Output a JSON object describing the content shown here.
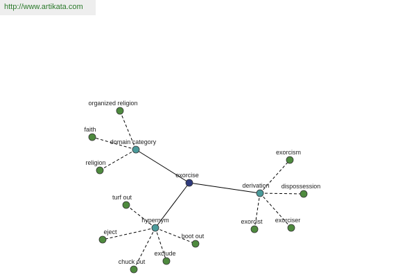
{
  "banner": {
    "url": "http://www.artikata.com"
  },
  "colors": {
    "center": "#2e3a7c",
    "hub": "#4a9a9a",
    "leaf": "#4e8a3e",
    "edge": "#000000",
    "banner_text": "#2b7a2b"
  },
  "graph": {
    "center": {
      "label": "exorcise"
    },
    "hubs": [
      {
        "id": "domain_category",
        "label": "domain category",
        "leaves": [
          "organized religion",
          "faith",
          "religion"
        ]
      },
      {
        "id": "derivation",
        "label": "derivation",
        "leaves": [
          "exorcism",
          "dispossession",
          "exorciser",
          "exorcist"
        ]
      },
      {
        "id": "hypernym",
        "label": "hypernym",
        "leaves": [
          "turf out",
          "eject",
          "chuck out",
          "exclude",
          "boot out"
        ]
      }
    ]
  }
}
